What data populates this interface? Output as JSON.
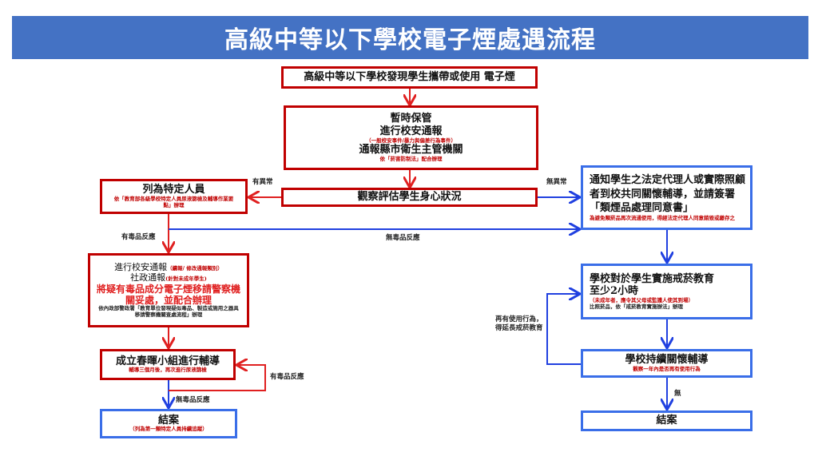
{
  "title": "高級中等以下學校電子煙處遇流程",
  "nodes": {
    "discover": "高級中等以下學校發現學生攜帶或使用 電子煙",
    "custody": {
      "l1": "暫時保管",
      "l2": "進行校安通報",
      "note": "（一般校安事件/暴力與偏差行為事件）",
      "l3": "通報縣市衛生主管機關",
      "law": "依「菸害防制法」配合辦理"
    },
    "observe": "觀察評估學生身心狀況",
    "specific": {
      "title": "列為特定人員",
      "note": "依「教育部各級學校特定人員尿液篩檢及輔導作業要點」辦理"
    },
    "report": {
      "l1": "進行校安通報",
      "l1_note": "（續報/ 修改通報類別）",
      "l2": "社政通報",
      "l2_note": "(針對未成年學生)",
      "red": "將疑有毒品成分電子煙移請警察機關妥處，並配合辦理",
      "note": "依內政部警政署「教育單位發現疑似毒品、製造或施用之器具移請警察機關查處流程」辦理"
    },
    "chunhui": {
      "title": "成立春暉小組進行輔導",
      "note": "輔導三個月後，再次進行尿液篩檢"
    },
    "close_left": {
      "title": "結案",
      "note": "（列為第一類特定人員持續追蹤）"
    },
    "notify": {
      "text": "通知學生之法定代理人或實際照顧者到校共同關懷輔導，並請簽署「類煙品處理同意書」",
      "note": "為避免類菸品再次流通使用，得經法定代理人同意銷毀或繳存之"
    },
    "education": {
      "l1": "學校對於學生實施戒菸教育",
      "l2": "至少2小時",
      "note": "（未成年者，應令其父母或監護人使其到場）",
      "law": "比照菸品，依「戒菸教育實施辦法」辦理"
    },
    "care": {
      "title": "學校持續關懷輔導",
      "note": "觀察一年內是否再有使用行為"
    },
    "close_right": "結案"
  },
  "labels": {
    "abnormal": "有異常",
    "normal": "無異常",
    "drug_yes": "有毒品反應",
    "drug_no": "無毒品反應",
    "drug_no2": "無毒品反應",
    "drug_yes2": "有毒品反應",
    "reuse": "再有使用行為，",
    "reuse2": "得延長戒菸教育",
    "none": "無"
  },
  "colors": {
    "red": "#c00000",
    "blue": "#3a6ee8",
    "title_bg": "#4472c4"
  }
}
